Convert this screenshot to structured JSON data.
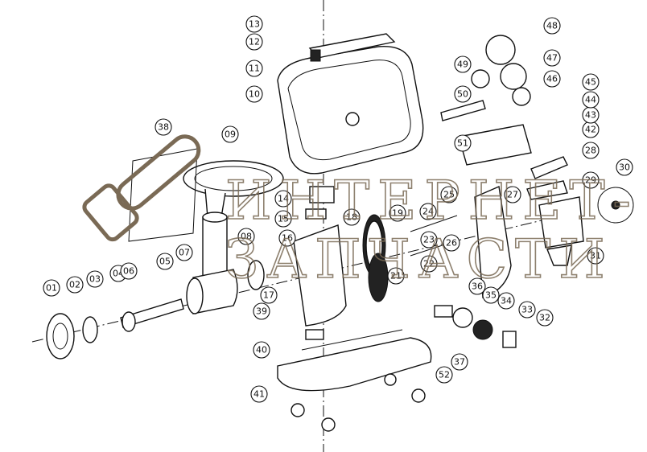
{
  "diagram": {
    "type": "exploded-parts-view",
    "part_labels": [
      "01",
      "02",
      "03",
      "04",
      "05",
      "06",
      "07",
      "08",
      "09",
      "10",
      "11",
      "12",
      "13",
      "14",
      "15",
      "16",
      "17",
      "18",
      "19",
      "21",
      "22",
      "23",
      "24",
      "25",
      "26",
      "27",
      "28",
      "29",
      "30",
      "31",
      "32",
      "33",
      "34",
      "35",
      "36",
      "37",
      "38",
      "39",
      "40",
      "41",
      "42",
      "43",
      "44",
      "45",
      "46",
      "47",
      "48",
      "49",
      "50",
      "51",
      "52"
    ]
  },
  "watermark": {
    "line1": "ИНТЕРНЕТ-",
    "line2": "ЗАПЧАСТИ",
    "color": "#7a6a55"
  }
}
